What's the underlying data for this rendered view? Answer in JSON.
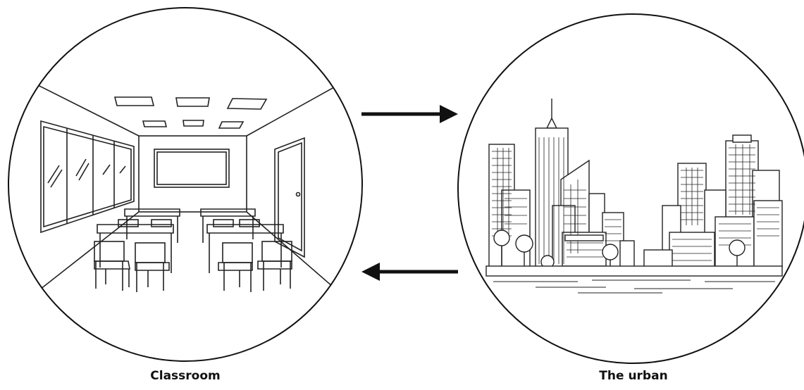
{
  "left_panel": {
    "caption": "Classroom",
    "icon": "classroom-illustration"
  },
  "right_panel": {
    "caption": "The urban",
    "icon": "city-skyline-illustration"
  },
  "connectors": [
    {
      "name": "arrow-right-icon",
      "direction": "right"
    },
    {
      "name": "arrow-left-icon",
      "direction": "left"
    }
  ],
  "colors": {
    "line": "#111111",
    "background": "#ffffff"
  }
}
